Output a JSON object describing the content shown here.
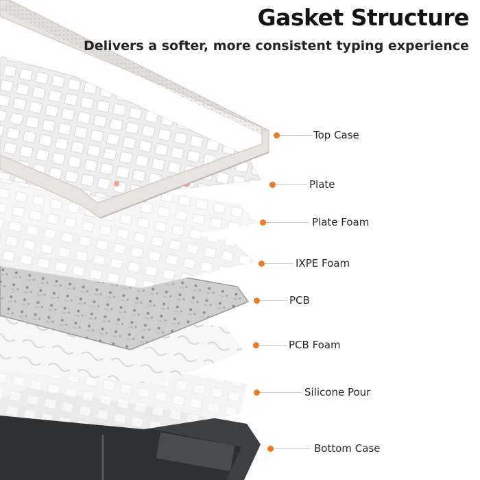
{
  "header": {
    "title": "Gasket Structure",
    "subtitle": "Delivers a softer, more consistent typing experience"
  },
  "colors": {
    "accent": "#f07a22",
    "leader_line": "#c9c9c9",
    "case_gray": "#3e3f41",
    "frame_light": "#e7e4df"
  },
  "layers": [
    {
      "label": "Top Case"
    },
    {
      "label": "Plate"
    },
    {
      "label": "Plate Foam"
    },
    {
      "label": "IXPE Foam"
    },
    {
      "label": "PCB"
    },
    {
      "label": "PCB Foam"
    },
    {
      "label": "Silicone Pour"
    },
    {
      "label": "Bottom Case"
    }
  ]
}
